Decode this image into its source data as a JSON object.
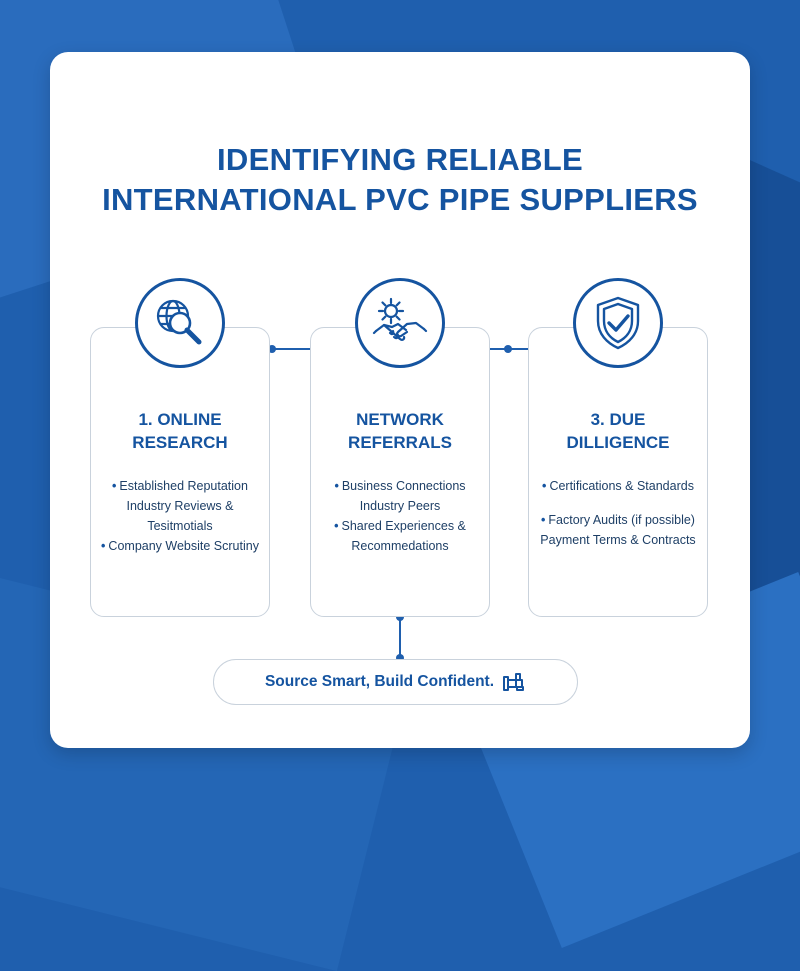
{
  "title": {
    "line1": "IDENTIFYING RELIABLE",
    "line2": "INTERNATIONAL PVC PIPE SUPPLIERS"
  },
  "steps": [
    {
      "icon": "globe-magnifier-icon",
      "title_line1": "1. ONLINE",
      "title_line2": "RESEARCH",
      "bullets": [
        {
          "marker": "•",
          "lines": [
            "Established Reputation",
            "Industry Reviews &",
            "Tesitmotials"
          ]
        },
        {
          "marker": "•",
          "lines": [
            "Company Website Scrutiny"
          ]
        }
      ]
    },
    {
      "icon": "gear-handshake-icon",
      "title_line1": "NETWORK",
      "title_line2": "REFERRALS",
      "bullets": [
        {
          "marker": "•",
          "lines": [
            "Business Connections",
            "Industry Peers"
          ]
        },
        {
          "marker": "•",
          "lines": [
            "Shared Experiences &",
            "Recommedations"
          ]
        }
      ]
    },
    {
      "icon": "shield-check-icon",
      "title_line1": "3. DUE",
      "title_line2": "DILLIGENCE",
      "bullets": [
        {
          "marker": "•",
          "lines": [
            "Certifications & Standards"
          ]
        },
        {
          "marker": "•",
          "lines": [
            "Factory Audits (if possible)",
            "Payment Terms & Contracts"
          ]
        }
      ]
    }
  ],
  "footer": {
    "text": "Source Smart, Build Confident.",
    "icon": "pipe-icon"
  },
  "colors": {
    "accent": "#1554a0",
    "background": "#1f5fae",
    "border": "#c9d2dc"
  }
}
